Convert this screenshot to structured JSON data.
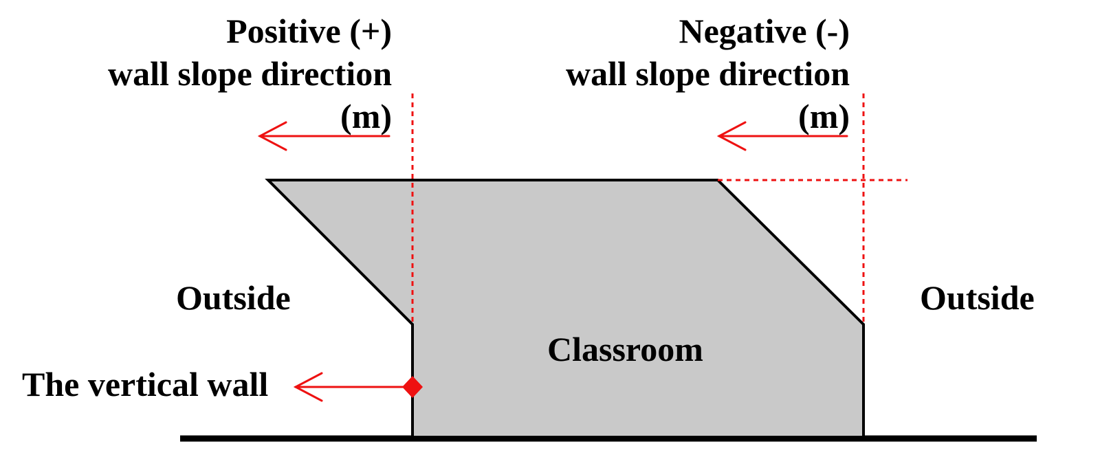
{
  "labels": {
    "positive": {
      "line1": "Positive (+)",
      "line2": "wall slope direction",
      "line3": "(m)"
    },
    "negative": {
      "line1": "Negative (-)",
      "line2": "wall slope direction",
      "line3": "(m)"
    },
    "outside_left": "Outside",
    "outside_right": "Outside",
    "classroom": "Classroom",
    "vertical_wall": "The vertical wall"
  },
  "colors": {
    "room_fill": "#c9c9c9",
    "outline": "#000000",
    "accent": "#ee1111"
  }
}
